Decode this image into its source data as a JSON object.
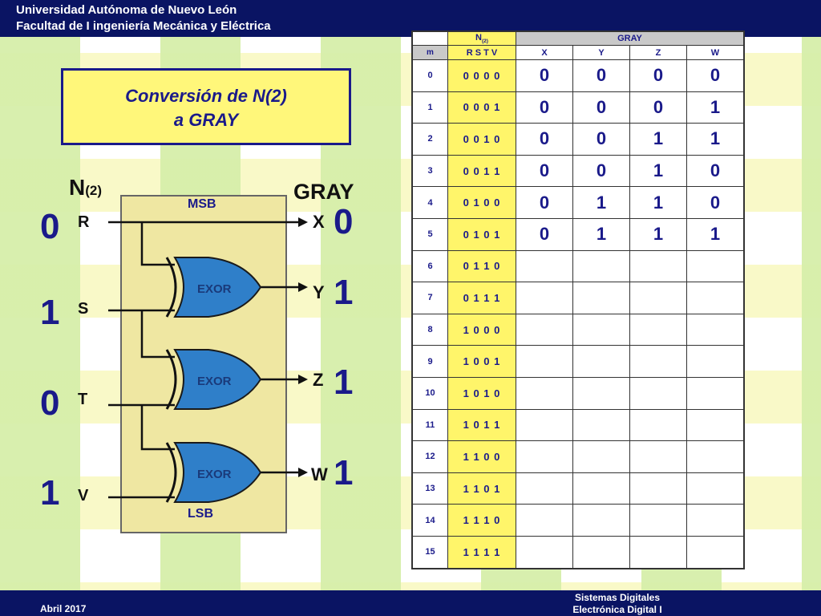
{
  "header": {
    "line1": "Universidad Autónoma de Nuevo León",
    "line2": "Facultad de I ingeniería Mecánica y Eléctrica"
  },
  "footer": {
    "date": "Abril 2017",
    "course1": "Sistemas Digitales",
    "course2": "Electrónica Digital I"
  },
  "title": {
    "line1": "Conversión de N(2)",
    "line2": "a GRAY"
  },
  "diagram": {
    "input_head": "N",
    "input_sub": "(2)",
    "output_head": "GRAY",
    "msb": "MSB",
    "lsb": "LSB",
    "gate_label": "EXOR",
    "inputs": [
      {
        "name": "R",
        "value": "0"
      },
      {
        "name": "S",
        "value": "1"
      },
      {
        "name": "T",
        "value": "0"
      },
      {
        "name": "V",
        "value": "1"
      }
    ],
    "outputs": [
      {
        "name": "X",
        "value": "0"
      },
      {
        "name": "Y",
        "value": "1"
      },
      {
        "name": "Z",
        "value": "1"
      },
      {
        "name": "W",
        "value": "1"
      }
    ]
  },
  "table": {
    "n_head": "N",
    "n_sub": "(2)",
    "gray_head": "GRAY",
    "col_m": "m",
    "col_rstv": "R S T V",
    "gray_cols": [
      "X",
      "Y",
      "Z",
      "W"
    ],
    "rows": [
      {
        "m": "0",
        "rstv": "0 0 0 0",
        "g": [
          "0",
          "0",
          "0",
          "0"
        ]
      },
      {
        "m": "1",
        "rstv": "0 0 0 1",
        "g": [
          "0",
          "0",
          "0",
          "1"
        ]
      },
      {
        "m": "2",
        "rstv": "0 0 1 0",
        "g": [
          "0",
          "0",
          "1",
          "1"
        ]
      },
      {
        "m": "3",
        "rstv": "0 0 1 1",
        "g": [
          "0",
          "0",
          "1",
          "0"
        ]
      },
      {
        "m": "4",
        "rstv": "0 1 0 0",
        "g": [
          "0",
          "1",
          "1",
          "0"
        ]
      },
      {
        "m": "5",
        "rstv": "0 1 0 1",
        "g": [
          "0",
          "1",
          "1",
          "1"
        ]
      },
      {
        "m": "6",
        "rstv": "0 1 1 0",
        "g": [
          "",
          "",
          "",
          ""
        ]
      },
      {
        "m": "7",
        "rstv": "0 1 1 1",
        "g": [
          "",
          "",
          "",
          ""
        ]
      },
      {
        "m": "8",
        "rstv": "1 0 0 0",
        "g": [
          "",
          "",
          "",
          ""
        ]
      },
      {
        "m": "9",
        "rstv": "1 0 0 1",
        "g": [
          "",
          "",
          "",
          ""
        ]
      },
      {
        "m": "10",
        "rstv": "1 0 1 0",
        "g": [
          "",
          "",
          "",
          ""
        ]
      },
      {
        "m": "11",
        "rstv": "1 0 1 1",
        "g": [
          "",
          "",
          "",
          ""
        ]
      },
      {
        "m": "12",
        "rstv": "1 1 0 0",
        "g": [
          "",
          "",
          "",
          ""
        ]
      },
      {
        "m": "13",
        "rstv": "1 1 0 1",
        "g": [
          "",
          "",
          "",
          ""
        ]
      },
      {
        "m": "14",
        "rstv": "1 1 1 0",
        "g": [
          "",
          "",
          "",
          ""
        ]
      },
      {
        "m": "15",
        "rstv": "1 1 1 1",
        "g": [
          "",
          "",
          "",
          ""
        ]
      }
    ]
  },
  "colors": {
    "navy": "#0a1463",
    "title_fill": "#fff77a",
    "gate_fill": "#2f7fc9",
    "box_fill": "#efe7a2",
    "table_yellow": "#fff56a"
  }
}
